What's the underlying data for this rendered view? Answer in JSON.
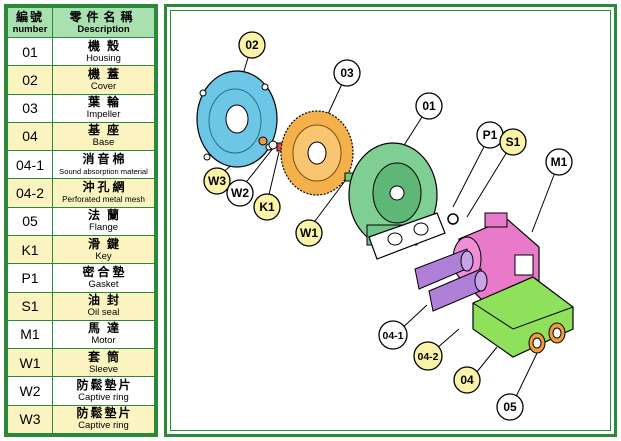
{
  "table": {
    "header": {
      "code_zh": "編號",
      "code_en": "number",
      "desc_zh": "零件名稱",
      "desc_en": "Description"
    },
    "rows": [
      {
        "code": "01",
        "zh": "機殼",
        "en": "Housing"
      },
      {
        "code": "02",
        "zh": "機蓋",
        "en": "Cover"
      },
      {
        "code": "03",
        "zh": "葉輪",
        "en": "Impeller"
      },
      {
        "code": "04",
        "zh": "基座",
        "en": "Base"
      },
      {
        "code": "04-1",
        "zh": "消音棉",
        "en": "Sound absorption material"
      },
      {
        "code": "04-2",
        "zh": "沖孔網",
        "en": "Perforated metal mesh"
      },
      {
        "code": "05",
        "zh": "法蘭",
        "en": "Flange"
      },
      {
        "code": "K1",
        "zh": "滑鍵",
        "en": "Key"
      },
      {
        "code": "P1",
        "zh": "密合墊",
        "en": "Gasket"
      },
      {
        "code": "S1",
        "zh": "油封",
        "en": "Oil seal"
      },
      {
        "code": "M1",
        "zh": "馬達",
        "en": "Motor"
      },
      {
        "code": "W1",
        "zh": "套筒",
        "en": "Sleeve"
      },
      {
        "code": "W2",
        "zh": "防鬆墊片",
        "en": "Captive ring"
      },
      {
        "code": "W3",
        "zh": "防鬆墊片",
        "en": "Captive ring"
      }
    ]
  },
  "callouts": {
    "c02": "02",
    "c03": "03",
    "c01": "01",
    "cP1": "P1",
    "cS1": "S1",
    "cM1": "M1",
    "cW3": "W3",
    "cW2": "W2",
    "cK1": "K1",
    "cW1": "W1",
    "c04_1": "04-1",
    "c04_2": "04-2",
    "c04": "04",
    "c05": "05"
  },
  "colors": {
    "border_green": "#2a8a3a",
    "header_bg": "#a9e0b0",
    "highlight_row": "#fbf4c0",
    "callout_yellow": "#fbf4a8",
    "cover_blue": "#6cc7e6",
    "impeller_orange": "#f4b04a",
    "housing_green": "#7fcf94",
    "motor_pink": "#e97ac9",
    "base_green": "#8fe05a",
    "muffler_purple": "#b07fd8",
    "flange_orange": "#f29a3e"
  }
}
